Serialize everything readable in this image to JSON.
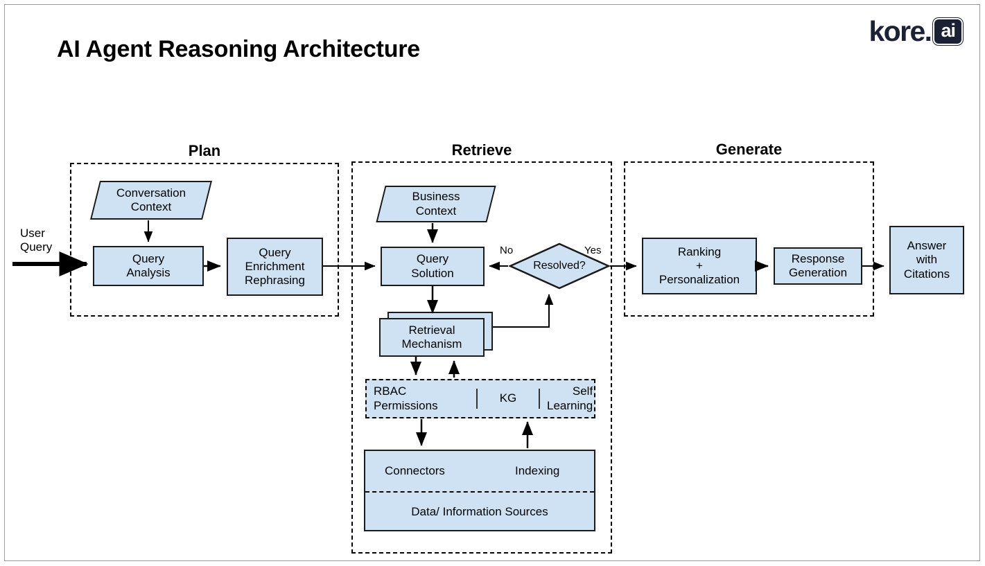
{
  "page": {
    "title": "AI Agent Reasoning Architecture",
    "logo_word": "kore.",
    "logo_badge": "ai",
    "accent_fill": "#cfe2f3",
    "stroke_color": "#1a1a1a",
    "logo_color": "#1b2236"
  },
  "io": {
    "user_query": "User\nQuery",
    "user_query_line1": "User",
    "user_query_line2": "Query",
    "answer_line1": "Answer",
    "answer_line2": "with",
    "answer_line3": "Citations"
  },
  "groups": [
    {
      "id": "plan",
      "label": "Plan"
    },
    {
      "id": "retrieve",
      "label": "Retrieve"
    },
    {
      "id": "generate",
      "label": "Generate"
    }
  ],
  "plan": {
    "context_line1": "Conversation",
    "context_line2": "Context",
    "analysis_line1": "Query",
    "analysis_line2": "Analysis",
    "enrich_line1": "Query",
    "enrich_line2": "Enrichment",
    "enrich_line3": "Rephrasing"
  },
  "retrieve": {
    "context_line1": "Business",
    "context_line2": "Context",
    "solution_line1": "Query",
    "solution_line2": "Solution",
    "mechanism_line1": "Retrieval",
    "mechanism_line2": "Mechanism",
    "decision_label": "Resolved?",
    "decision_no": "No",
    "decision_yes": "Yes",
    "capabilities": {
      "rbac_line1": "RBAC",
      "rbac_line2": "Permissions",
      "kg": "KG",
      "self_line1": "Self",
      "self_line2": "Learning"
    },
    "sources": {
      "connectors": "Connectors",
      "indexing": "Indexing",
      "data_sources": "Data/ Information Sources"
    }
  },
  "generate": {
    "ranking_line1": "Ranking",
    "ranking_line2": "+",
    "ranking_line3": "Personalization",
    "response_line1": "Response",
    "response_line2": "Generation"
  }
}
